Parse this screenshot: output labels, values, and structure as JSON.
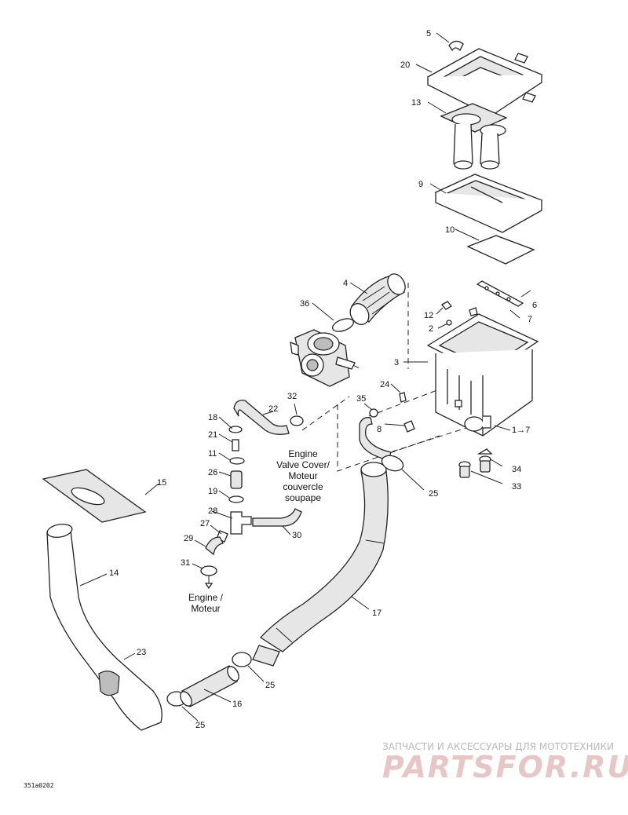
{
  "callouts": [
    {
      "id": "5",
      "text": "5"
    },
    {
      "id": "20",
      "text": "20"
    },
    {
      "id": "13",
      "text": "13"
    },
    {
      "id": "9",
      "text": "9"
    },
    {
      "id": "10",
      "text": "10"
    },
    {
      "id": "4",
      "text": "4"
    },
    {
      "id": "6",
      "text": "6"
    },
    {
      "id": "36",
      "text": "36"
    },
    {
      "id": "12",
      "text": "12"
    },
    {
      "id": "7",
      "text": "7"
    },
    {
      "id": "2",
      "text": "2"
    },
    {
      "id": "3",
      "text": "3"
    },
    {
      "id": "24",
      "text": "24"
    },
    {
      "id": "32",
      "text": "32"
    },
    {
      "id": "18",
      "text": "18"
    },
    {
      "id": "22",
      "text": "22"
    },
    {
      "id": "35",
      "text": "35"
    },
    {
      "id": "1-7",
      "text": "1→7"
    },
    {
      "id": "8",
      "text": "8"
    },
    {
      "id": "21",
      "text": "21"
    },
    {
      "id": "11",
      "text": "11"
    },
    {
      "id": "34",
      "text": "34"
    },
    {
      "id": "26",
      "text": "26"
    },
    {
      "id": "33",
      "text": "33"
    },
    {
      "id": "15",
      "text": "15"
    },
    {
      "id": "19",
      "text": "19"
    },
    {
      "id": "25a",
      "text": "25"
    },
    {
      "id": "28",
      "text": "28"
    },
    {
      "id": "27",
      "text": "27"
    },
    {
      "id": "30",
      "text": "30"
    },
    {
      "id": "29",
      "text": "29"
    },
    {
      "id": "14",
      "text": "14"
    },
    {
      "id": "31",
      "text": "31"
    },
    {
      "id": "17",
      "text": "17"
    },
    {
      "id": "23",
      "text": "23"
    },
    {
      "id": "25b",
      "text": "25"
    },
    {
      "id": "16",
      "text": "16"
    },
    {
      "id": "25c",
      "text": "25"
    }
  ],
  "notes": {
    "valve_cover": [
      "Engine",
      "Valve Cover/",
      "Moteur",
      "couvercle",
      "soupape"
    ],
    "engine": [
      "Engine /",
      "Moteur"
    ]
  },
  "drawing_code": "351a0202",
  "watermark": {
    "tagline": "ЗАПЧАСТИ И АКСЕССУАРЫ ДЛЯ МОТОТЕХНИКИ",
    "logo": "PARTSFOR.RU"
  }
}
